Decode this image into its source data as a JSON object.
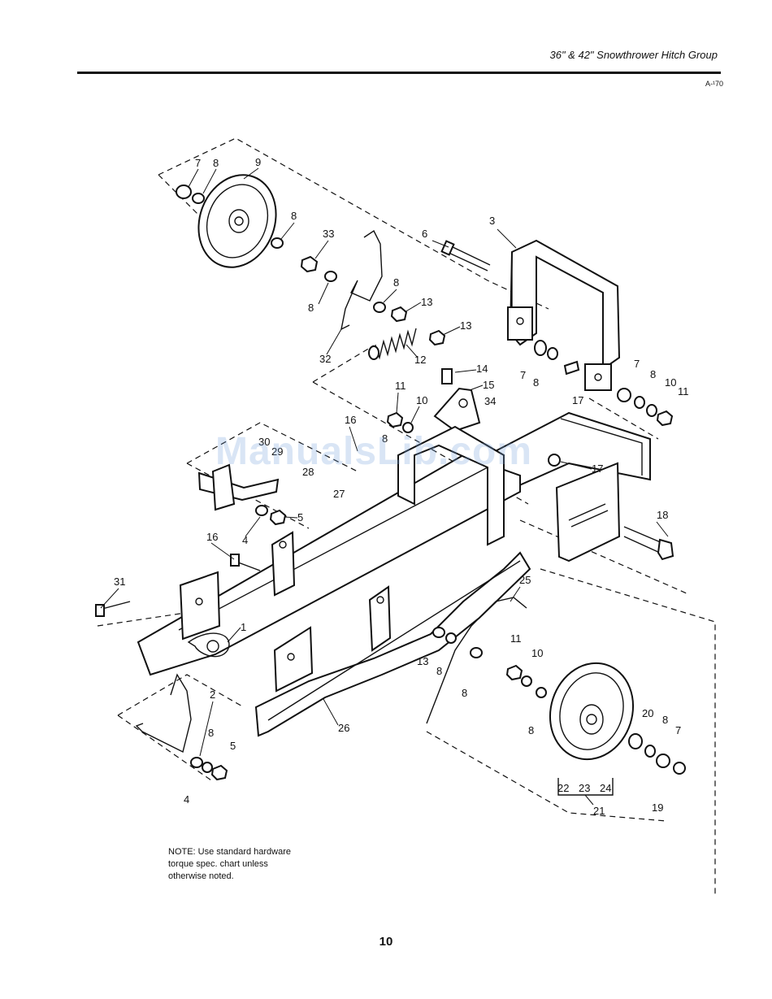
{
  "header": {
    "title": "36\" & 42\" Snowthrower Hitch Group",
    "ref_code": "A-¹70"
  },
  "diagram": {
    "callouts": [
      "7",
      "8",
      "9",
      "8",
      "33",
      "8",
      "32",
      "6",
      "3",
      "8",
      "13",
      "13",
      "12",
      "14",
      "15",
      "34",
      "11",
      "10",
      "8",
      "16",
      "7",
      "8",
      "17",
      "7",
      "8",
      "10",
      "11",
      "30",
      "29",
      "28",
      "27",
      "17",
      "5",
      "4",
      "16",
      "18",
      "31",
      "1",
      "25",
      "13",
      "8",
      "8",
      "11",
      "10",
      "8",
      "20",
      "8",
      "7",
      "2",
      "26",
      "8",
      "5",
      "4",
      "22",
      "23",
      "24",
      "21",
      "19"
    ]
  },
  "note": {
    "lines": [
      "NOTE: Use standard hardware",
      "torque spec. chart unless",
      "otherwise noted."
    ]
  },
  "page_number": "10",
  "watermark": "ManualsLib.com"
}
